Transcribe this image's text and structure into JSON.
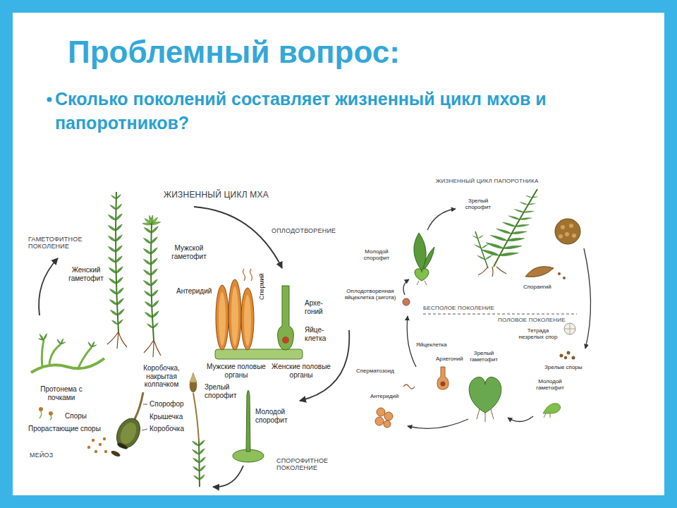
{
  "diagram": {
    "title": "Проблемный вопрос:",
    "labels": [
      "Сколько поколений составляет жизненный цикл мхов и папоротников?",
      "ЖИЗНЕННЫЙ ЦИКЛ МХА",
      "ГАМЕТОФИТНОЕ ПОКОЛЕНИЕ",
      "ОПЛОДОТВОРЕНИЕ",
      "Женский гаметофит",
      "Мужской гаметофит",
      "Антеридий",
      "Спермий",
      "Архе- гоний",
      "Яйце- клетка",
      "Мужские половые органы",
      "Женские половые органы",
      "Коробочка, накрытая колпачком",
      "Зрелый спорофит",
      "Молодой спорофит",
      "Спорофор",
      "Крышечка",
      "Коробочка",
      "Протонема с почками",
      "Споры",
      "Прорастающие споры",
      "МЕЙОЗ",
      "СПОРОФИТНОЕ ПОКОЛЕНИЕ",
      "ЖИЗНЕННЫЙ ЦИКЛ ПАПОРОТНИКА",
      "Зрелый спорофит",
      "Молодой спорофит",
      "Спорангий",
      "Оплодотворенная яйцеклетка (зигота)",
      "БЕСПОЛОЕ ПОКОЛЕНИЕ",
      "ПОЛОВОЕ ПОКОЛЕНИЕ",
      "Тетрада незрелых спор",
      "Яйцеклетка",
      "Архегоний",
      "Сперматозоид",
      "Зрелый гаметофит",
      "Зрелые споры",
      "Молодой гаметофит",
      "Антеридий"
    ]
  }
}
